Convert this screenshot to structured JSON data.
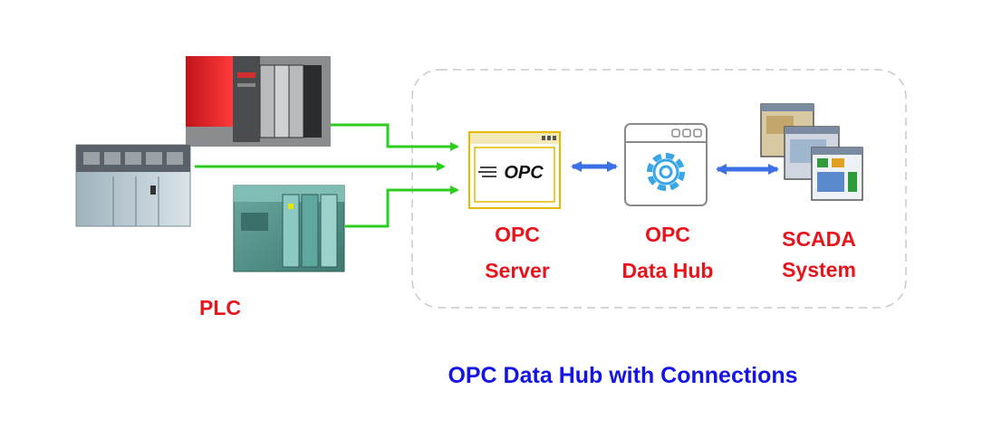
{
  "labels": {
    "plc": "PLC",
    "opc_server_line1": "OPC",
    "opc_server_line2": "Server",
    "opc_hub_line1": "OPC",
    "opc_hub_line2": "Data Hub",
    "scada_line1": "SCADA",
    "scada_line2": "System"
  },
  "icons": {
    "opc_logo_text": "OPC"
  },
  "caption": "OPC Data Hub with Connections",
  "colors": {
    "label_red": "#e8141c",
    "caption_blue": "#1414e6",
    "link_green": "#2ecc1f",
    "link_blue": "#3c6ee6",
    "window_frame": "#e6b800",
    "gear_blue": "#3aa6e6"
  }
}
